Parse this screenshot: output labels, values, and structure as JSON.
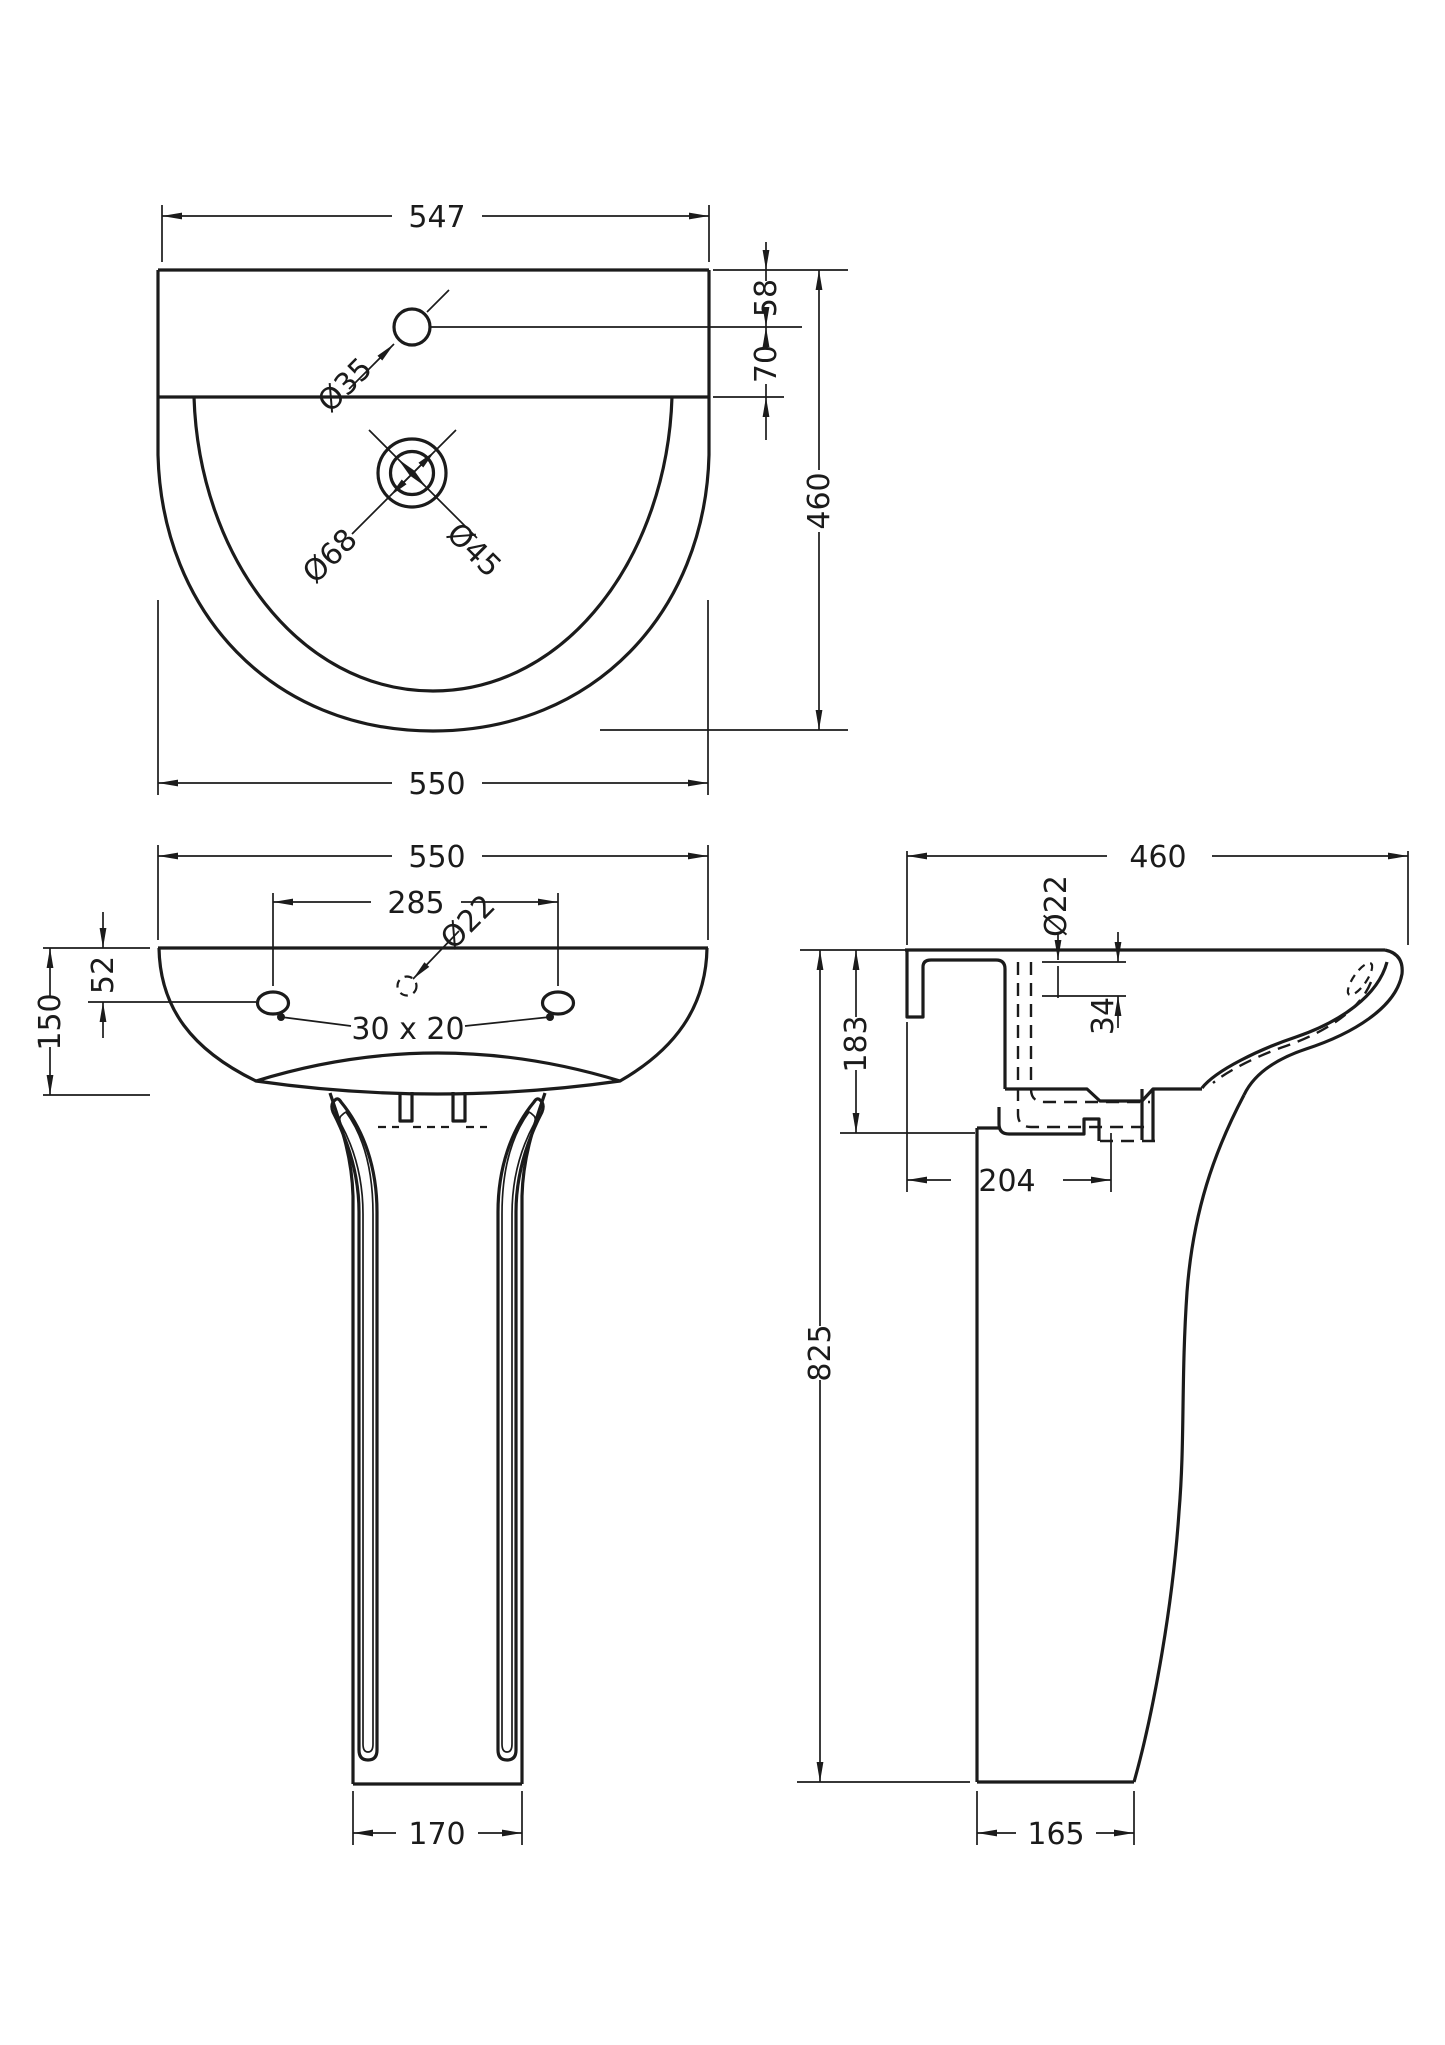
{
  "top_view": {
    "width_top": "547",
    "width_max": "550",
    "depth": "460",
    "deck_back": "58",
    "deck_front": "70",
    "tap_hole": "Ø35",
    "waste_outer": "Ø68",
    "waste_inner": "Ø45"
  },
  "front_view": {
    "width": "550",
    "fixing_centres": "285",
    "overflow": "Ø22",
    "fixing_slot": "30 x 20",
    "deck_to_fixing": "52",
    "deck_to_bowl": "150",
    "pedestal_base": "170"
  },
  "side_view": {
    "depth": "460",
    "fixing_hole": "Ø22",
    "hole_offset": "34",
    "back_drop": "183",
    "bracket_depth": "204",
    "height": "825",
    "pedestal_base": "165"
  }
}
